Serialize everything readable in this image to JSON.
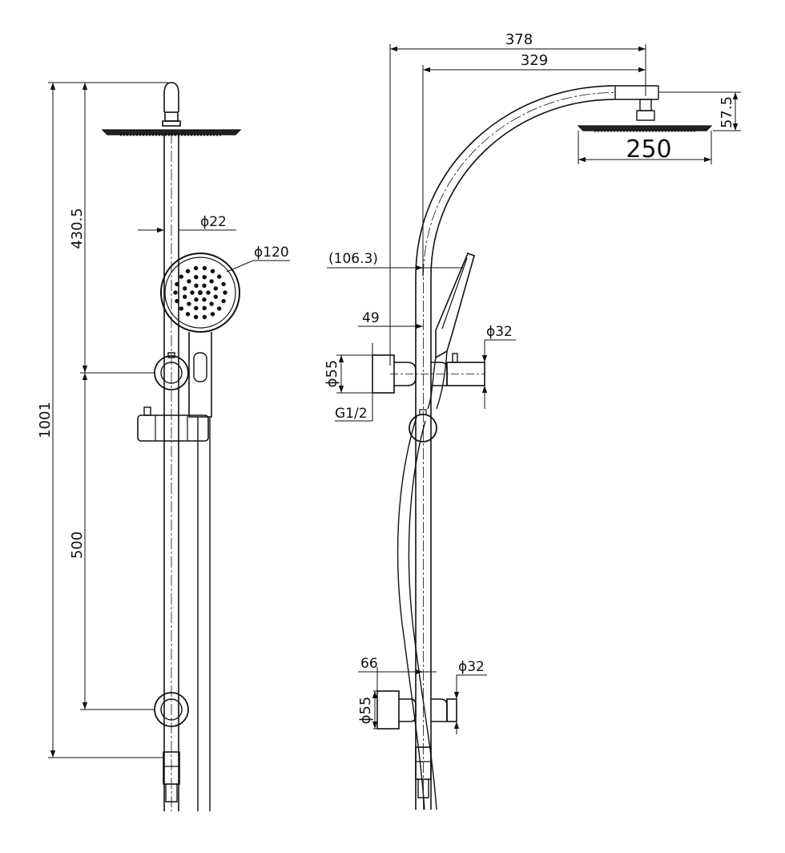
{
  "drawing": {
    "line_color": "#111111",
    "background": "#ffffff",
    "front_view": {
      "dim_total_height": "1001",
      "dim_upper_section": "430.5",
      "dim_lower_section": "500",
      "dim_rail_diameter": "ϕ22",
      "dim_hand_shower_diameter": "ϕ120"
    },
    "side_view": {
      "dim_overall_reach": "378",
      "dim_arm_reach": "329",
      "dim_head_drop": "57.5",
      "dim_head_width": "250",
      "dim_hand_shower_offset": "(106.3)",
      "dim_outlet_offset": "49",
      "dim_upper_bracket_flange": "ϕ55",
      "dim_upper_bracket_body": "ϕ32",
      "dim_inlet_thread": "G1/2",
      "dim_lower_bracket_offset": "66",
      "dim_lower_bracket_flange": "ϕ55",
      "dim_lower_bracket_body": "ϕ32"
    }
  }
}
